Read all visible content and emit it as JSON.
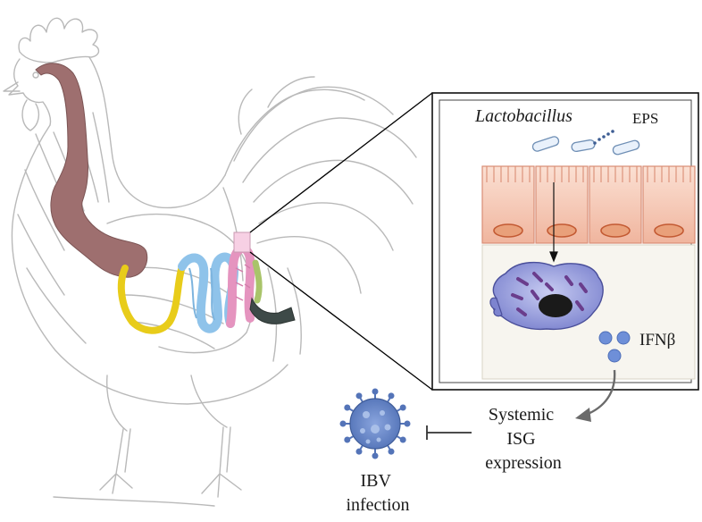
{
  "labels": {
    "bacteria": "Lactobacillus",
    "eps": "EPS",
    "ifn": "IFNβ",
    "systemic_line1": "Systemic",
    "systemic_line2": "ISG",
    "systemic_line3": "expression",
    "ibv_line1": "IBV",
    "ibv_line2": "infection"
  },
  "colors": {
    "esophagus": "#9e6f6f",
    "duodenum": "#e8cc1a",
    "jejunum": "#8fc3ea",
    "ileum": "#e594bf",
    "cecum": "#a9c46a",
    "colon": "#3e4a48",
    "epithelium": "#f2c2ae",
    "nucleus": "#e9a07a",
    "lamina": "#f7f5ef",
    "macrophage": "#8c92d6",
    "ifn_particle": "#6e8fd8",
    "virus": "#6a87c5",
    "chicken_outline": "#b9b9b9"
  }
}
